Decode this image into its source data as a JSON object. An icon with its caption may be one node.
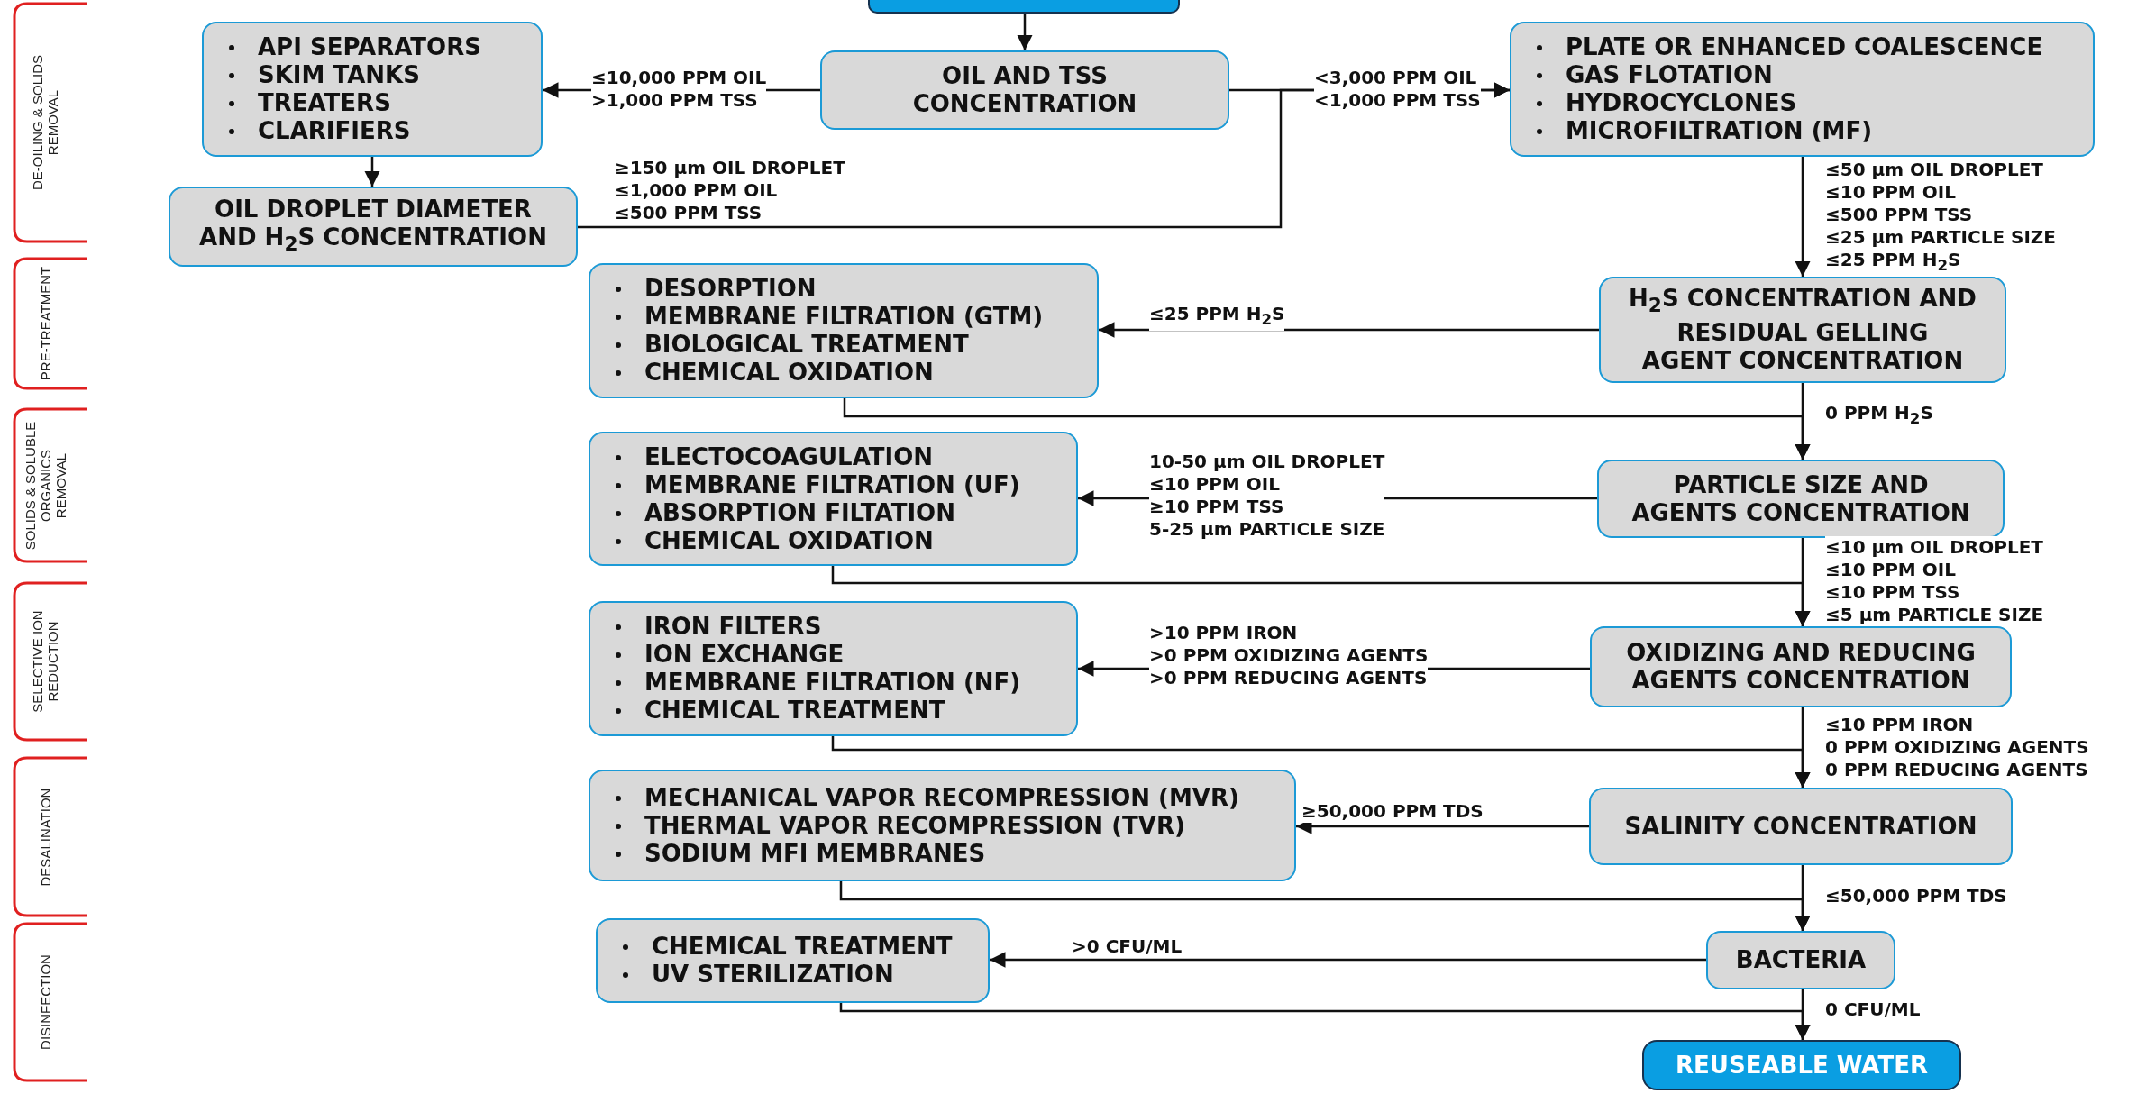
{
  "diagram": {
    "nodes": [
      {
        "text": [],
        "shape": "box"
      },
      {
        "text": [
          "OIL AND TSS CONCENTRATION"
        ]
      },
      {
        "text": [
          "API SEPARATORS",
          "SKIM TANKS",
          "TREATERS",
          "CLARIFIERS"
        ]
      },
      {
        "text": [
          "PLATE OR ENHANCED COALESCENCE",
          "GAS FLOTATION",
          "HYDROCYCLONES",
          "MICROFILTRATION (MF)"
        ]
      },
      {
        "text": [
          "OIL DROPLET DIAMETER AND H$_{2}$S CONCENTRATION"
        ]
      },
      {
        "text": [
          "H$_{2}$S CONCENTRATION AND RESIDUAL GELLING AGENT CONCENTRATION"
        ]
      },
      {
        "text": [
          "DESORPTION",
          "MEMBRANE FILTRATION (GTM)",
          "BIOLOGICAL TREATMENT",
          "CHEMICAL OXIDATION"
        ]
      },
      {
        "text": [
          "PARTICLE SIZE AND AGENTS CONCENTRATION"
        ]
      },
      {
        "text": [
          "ELECTOCOAGULATION",
          "MEMBRANE FILTRATION (UF)",
          "ABSORPTION FILTATION",
          "CHEMICAL OXIDATION"
        ]
      },
      {
        "text": [
          "OXIDIZING AND REDUCING AGENTS CONCENTRATION"
        ]
      },
      {
        "text": [
          "IRON FILTERS",
          "ION EXCHANGE",
          "MEMBRANE FILTRATION (NF)",
          "CHEMICAL TREATMENT"
        ]
      },
      {
        "text": [
          "SALINITY CONCENTRATION"
        ]
      },
      {
        "text": [
          "MECHANICAL VAPOR RECOMPRESSION (MVR)",
          "THERMAL VAPOR RECOMPRESSION (TVR)",
          "SODIUM MFI MEMBRANES"
        ]
      },
      {
        "text": [
          "BACTERIA"
        ]
      },
      {
        "text": [
          "CHEMICAL TREATMENT",
          "UV STERILIZATION"
        ]
      },
      {
        "text": [
          "REUSEABLE WATER"
        ]
      }
    ],
    "edges": [
      {
        "from": 0,
        "to": 1,
        "arrow": "to"
      },
      {
        "from": 1,
        "to": 2,
        "arrow": "to",
        "label": "≤10,000 PPM OIL >1,000 PPM TSS"
      },
      {
        "from": 1,
        "to": 3,
        "arrow": "to",
        "label": "<3,000 PPM OIL <1,000 PPM TSS"
      },
      {
        "from": 2,
        "to": 4,
        "arrow": "to"
      },
      {
        "from": 4,
        "to": 3,
        "arrow": "to",
        "label": "≥150 µm OIL DROPLET ≤1,000 PPM OIL ≤500 PPM TSS"
      },
      {
        "from": 3,
        "to": 5,
        "arrow": "to",
        "label": "≤50 µm OIL DROPLET ≤10 PPM OIL ≤500 PPM TSS ≤25 µm PARTICLE SIZE ≤25 PPM H$_{2}$S"
      },
      {
        "from": 5,
        "to": 6,
        "arrow": "to",
        "label": "≤25 PPM H$_{2}$S"
      },
      {
        "from": 5,
        "to": 7,
        "arrow": "to",
        "label": "0 PPM H$_{2}$S"
      },
      {
        "from": 6,
        "to": 7,
        "arrow": "to"
      },
      {
        "from": 7,
        "to": 8,
        "arrow": "to",
        "label": "10-50 µm OIL DROPLET ≤10 PPM OIL ≥10 PPM TSS 5-25 µm PARTICLE SIZE"
      },
      {
        "from": 7,
        "to": 9,
        "arrow": "to",
        "label": "≤10 µm OIL DROPLET ≤10 PPM OIL ≤10 PPM TSS ≤5 µm PARTICLE SIZE"
      },
      {
        "from": 8,
        "to": 9,
        "arrow": "to"
      },
      {
        "from": 9,
        "to": 10,
        "arrow": "to",
        "label": ">10 PPM IRON >0 PPM OXIDIZING AGENTS >0 PPM REDUCING AGENTS"
      },
      {
        "from": 9,
        "to": 11,
        "arrow": "to",
        "label": "≤10 PPM IRON 0 PPM OXIDIZING AGENTS 0 PPM REDUCING AGENTS"
      },
      {
        "from": 10,
        "to": 11,
        "arrow": "to"
      },
      {
        "from": 11,
        "to": 12,
        "arrow": "to",
        "label": "≥50,000 PPM TDS"
      },
      {
        "from": 11,
        "to": 13,
        "arrow": "to",
        "label": "≤50,000 PPM TDS"
      },
      {
        "from": 12,
        "to": 13,
        "arrow": "to"
      },
      {
        "from": 13,
        "to": 14,
        "arrow": "to",
        "label": ">0 CFU/ML"
      },
      {
        "from": 13,
        "to": 15,
        "arrow": "to",
        "label": "0 CFU/ML"
      },
      {
        "from": 14,
        "to": 15,
        "arrow": "to"
      }
    ],
    "labels": [
      "DE-OILING & SOLIDS REMOVAL",
      "PRE-TREATMENT",
      "SOLIDS & SOLUBLE ORGANICS REMOVAL",
      "SELECTIVE ION REDUCTION",
      "DESALINATION",
      "DISINFECTION"
    ]
  }
}
